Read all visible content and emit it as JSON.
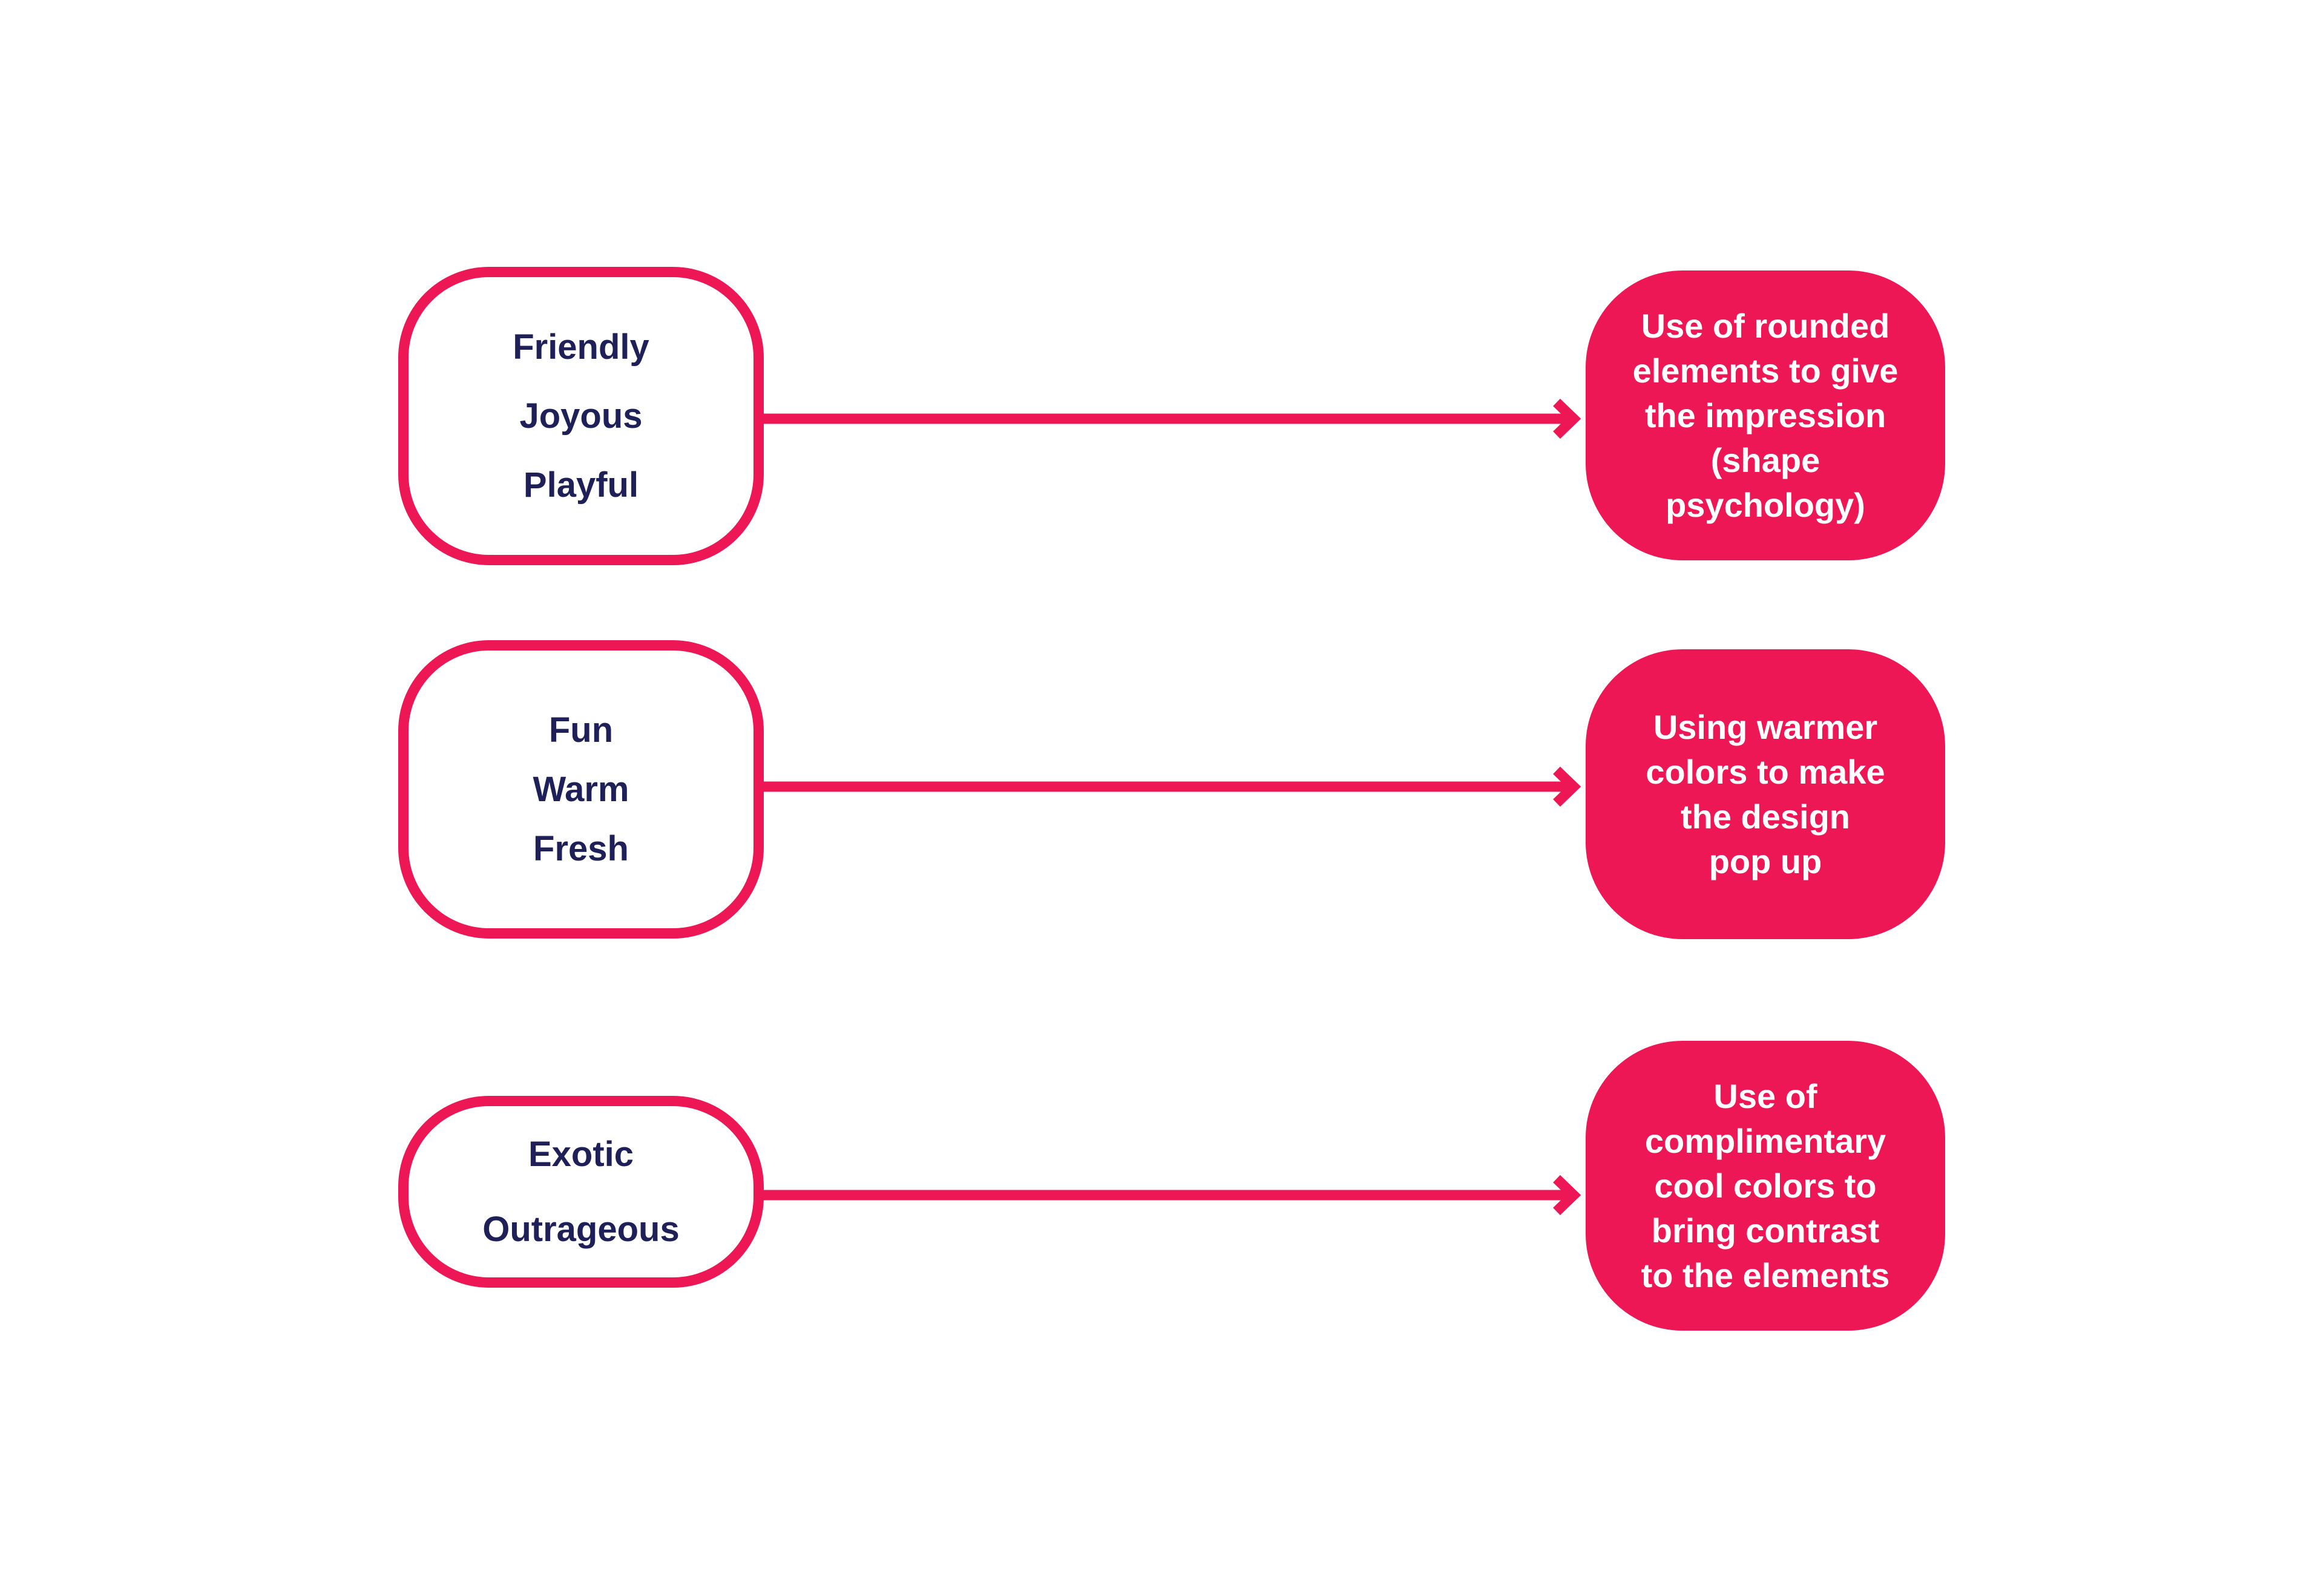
{
  "colors": {
    "accent": "#ee1756",
    "text_dark": "#1e2057",
    "text_light": "#ffffff",
    "background": "#ffffff"
  },
  "rows": [
    {
      "traits": [
        "Friendly",
        "Joyous",
        "Playful"
      ],
      "description": "Use of rounded\nelements to give\nthe impression\n(shape\npsychology)"
    },
    {
      "traits": [
        "Fun",
        "Warm",
        "Fresh"
      ],
      "description": "Using warmer\ncolors to make\nthe design\npop up"
    },
    {
      "traits": [
        "Exotic",
        "Outrageous"
      ],
      "description": "Use of\ncomplimentary\ncool colors to\nbring contrast\nto the elements"
    }
  ]
}
